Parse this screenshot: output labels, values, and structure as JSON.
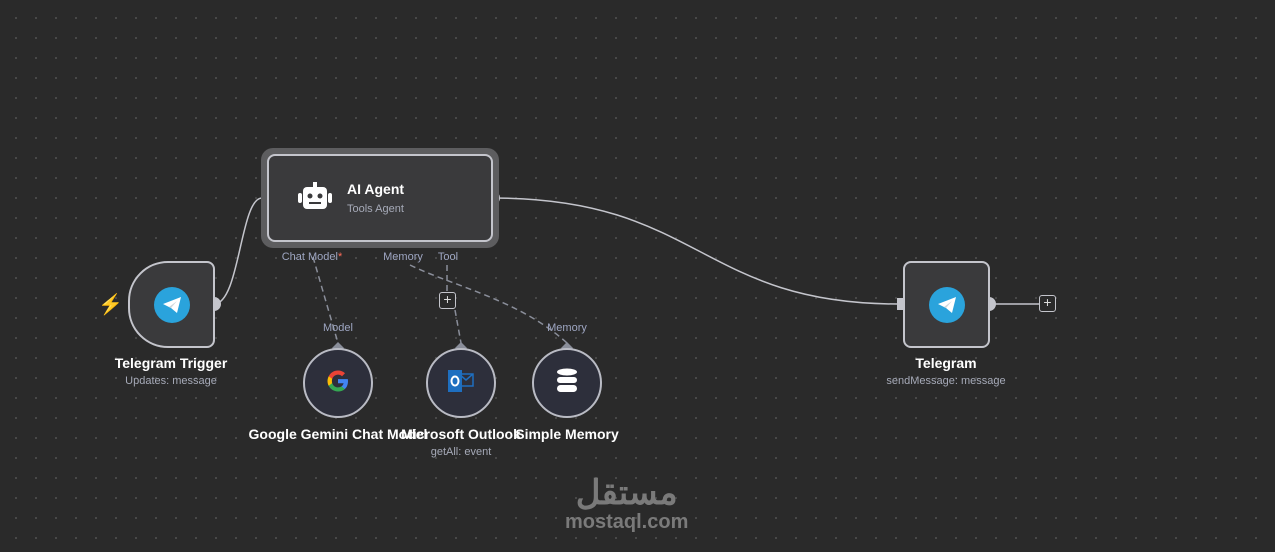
{
  "nodes": {
    "trigger": {
      "title": "Telegram Trigger",
      "subtitle": "Updates: message"
    },
    "agent": {
      "title": "AI Agent",
      "subtitle": "Tools Agent",
      "ports": {
        "chat_model": "Chat Model",
        "required_mark": "*",
        "memory": "Memory",
        "tool": "Tool"
      }
    },
    "gemini": {
      "title": "Google Gemini Chat Model",
      "port": "Model"
    },
    "outlook": {
      "title": "Microsoft Outlook",
      "subtitle": "getAll: event"
    },
    "memory": {
      "title": "Simple Memory",
      "port": "Memory"
    },
    "telegram": {
      "title": "Telegram",
      "subtitle": "sendMessage: message"
    }
  },
  "add_symbol": "+",
  "watermark": {
    "arabic": "مستقل",
    "latin": "mostaql.com"
  },
  "colors": {
    "telegram": "#2aa3dc",
    "trigger_bolt": "#ff6d5a",
    "required": "#ff6d5a"
  }
}
